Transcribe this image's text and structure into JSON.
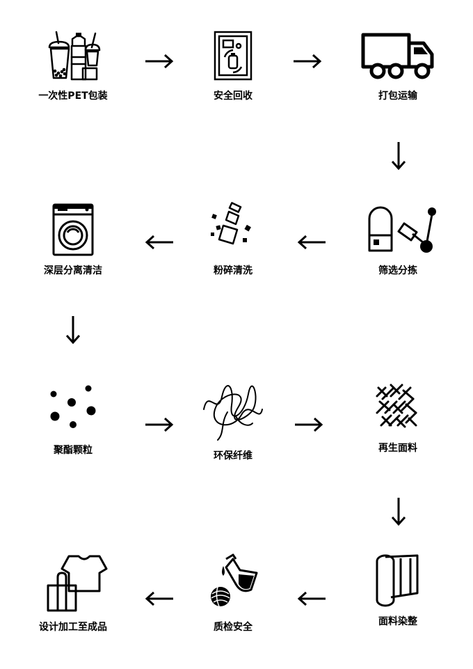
{
  "steps": [
    {
      "label": "一次性PET包装",
      "icon": "plastic-cups-bottles-icon"
    },
    {
      "label": "安全回收",
      "icon": "recycling-machine-icon"
    },
    {
      "label": "打包运输",
      "icon": "truck-icon"
    },
    {
      "label": "深层分离清洁",
      "icon": "washing-machine-icon"
    },
    {
      "label": "粉碎清洗",
      "icon": "crushed-bottle-icon"
    },
    {
      "label": "筛选分拣",
      "icon": "sorting-robot-icon"
    },
    {
      "label": "聚酯颗粒",
      "icon": "pellets-icon"
    },
    {
      "label": "环保纤维",
      "icon": "fiber-icon"
    },
    {
      "label": "再生面料",
      "icon": "woven-fabric-icon"
    },
    {
      "label": "设计加工至成品",
      "icon": "tshirt-bag-icon"
    },
    {
      "label": "质检安全",
      "icon": "flask-yarn-icon"
    },
    {
      "label": "面料染整",
      "icon": "fabric-roll-icon"
    }
  ],
  "arrows": [
    "right",
    "right",
    "down",
    "left",
    "left",
    "down",
    "right",
    "right",
    "down",
    "left",
    "left"
  ]
}
